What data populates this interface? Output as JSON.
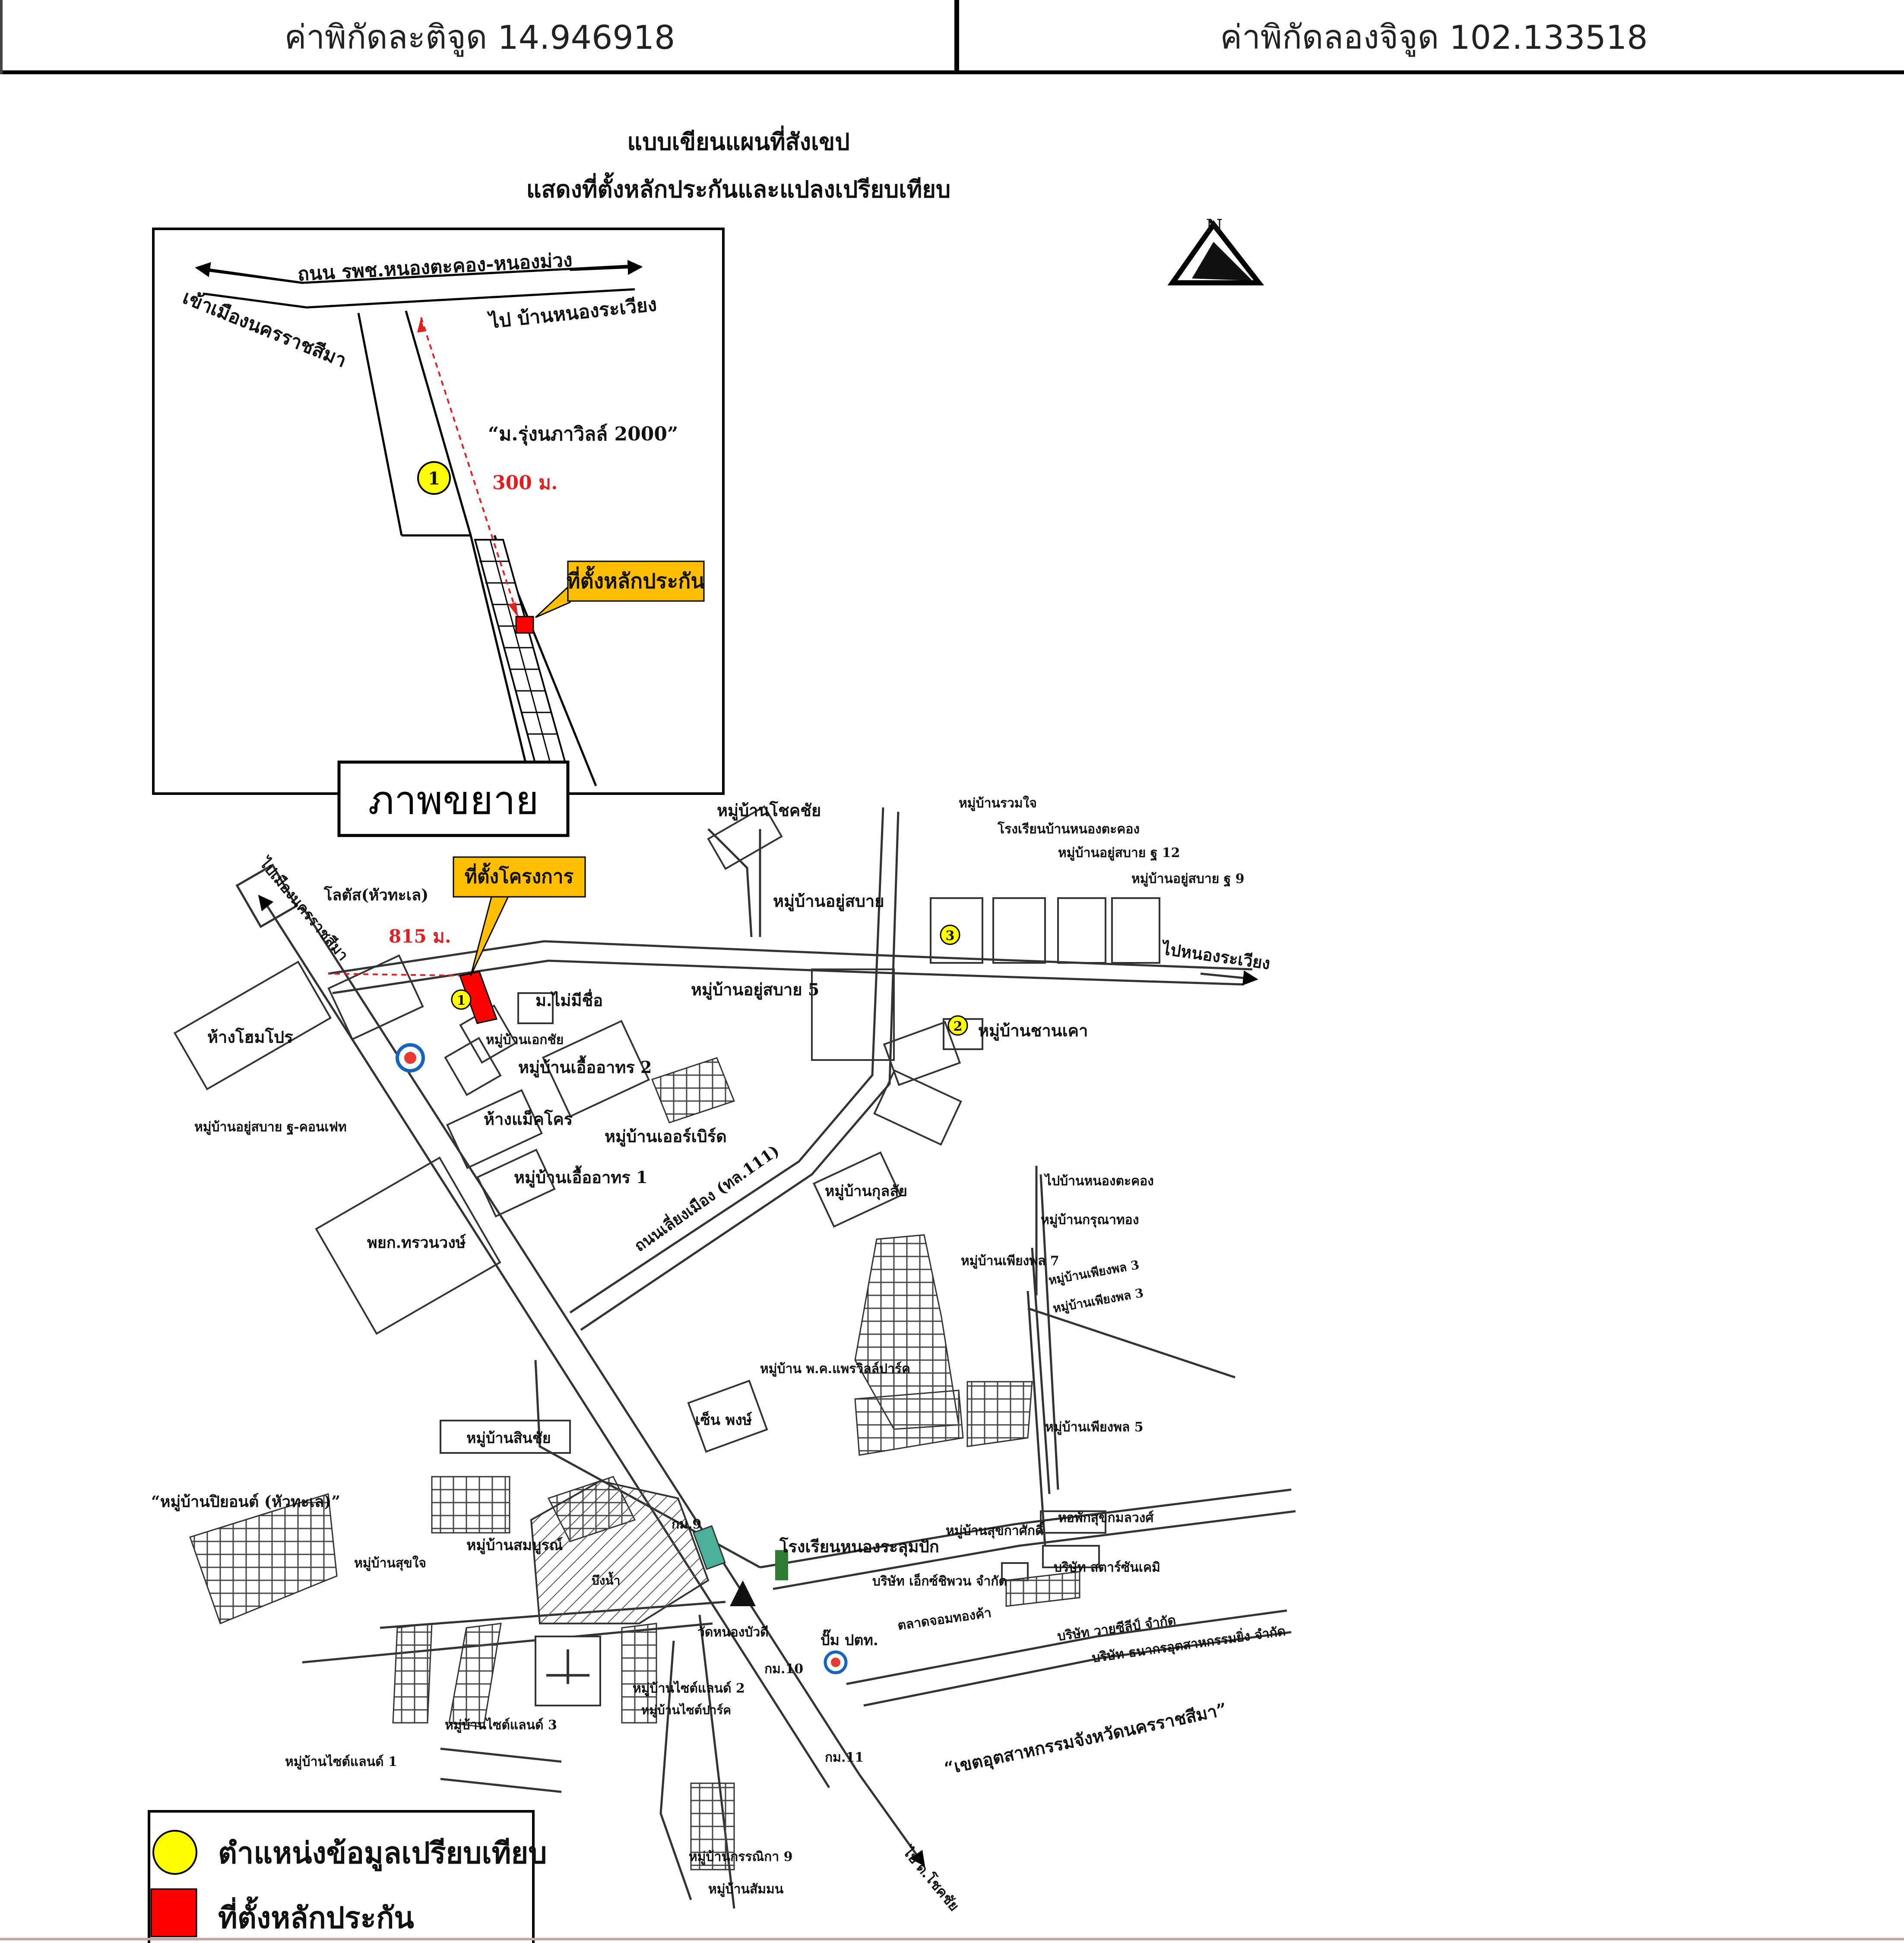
{
  "header": {
    "latitude_label": "ค่าพิกัดละติจูด",
    "latitude_value": "14.946918",
    "longitude_label": "ค่าพิกัดลองจิจูด",
    "longitude_value": "102.133518"
  },
  "title": {
    "line1": "แบบเขียนแผนที่สังเขป",
    "line2": "แสดงที่ตั้งหลักประกันและแปลงเปรียบเทียบ"
  },
  "compass": {
    "letter": "N"
  },
  "inset": {
    "road_name": "ถนน รพช.หนองตะคอง-หนองม่วง",
    "to_left": "เข้าเมืองนครราชสีมา",
    "to_right": "ไป บ้านหนองระเวียง",
    "village": "“ม.รุ่งนภาวิลล์ 2000”",
    "distance": "300 ม.",
    "marker_1": "1",
    "collateral_callout": "ที่ตั้งหลักประกัน",
    "zoom_label": "ภาพขยาย"
  },
  "map": {
    "project_callout": "ที่ตั้งโครงการ",
    "distance": "815 ม.",
    "markers": [
      "1",
      "2",
      "3"
    ],
    "labels": {
      "to_city": "ไปเมืองนครราชสีมา",
      "lotus": "โลตัส(หัวทะเล)",
      "homepro": "ห้างโฮมโปร",
      "nameless_village": "ม.ไม่มีชื่อ",
      "house_group": "หมู่บ้านเอื้ออาทร 2",
      "village_kudsanan": "หมู่บ้านเอกชัย",
      "village_oso": "หมู่บ้านโชคชัย",
      "village_kusabai": "หมู่บ้านอยู่สบาย",
      "village_kusabai5": "หมู่บ้านอยู่สบาย 5",
      "to_nongrawiang": "ไปหนองระเวียง",
      "village_ruamjai": "หมู่บ้านรวมใจ",
      "school_nongtakong": "โรงเรียนบ้านหนองตะคอง",
      "village_kusabai12": "หมู่บ้านอยู่สบาย ฐ 12",
      "village_kusabai9": "หมู่บ้านอยู่สบาย ฐ 9",
      "village_chanaka": "หมู่บ้านชานเคา",
      "condo": "หมู่บ้านอยู่สบาย ฐ-คอนเฟท",
      "makro": "ห้างแม็คโคร",
      "village_airport": "หมู่บ้านเออร์เบิร์ด",
      "village_euaarthorn1": "หมู่บ้านเอื้ออาทร 1",
      "ring_road": "ถนนเลี่ยงเมือง (ทล.111)",
      "village_kusabai_s": "หมู่บ้านกุลลัย",
      "tolwong": "พยก.ทรวนวงษ์",
      "to_nongtakong": "ไปบ้านหนองตะคอง",
      "village_drong": "หมู่บ้านกรุณาทอง",
      "village_7": "หมู่บ้านเพียงพล 7",
      "village_3a": "หมู่บ้านเพียงพล 3",
      "village_3b": "หมู่บ้านเพียงพล 3",
      "village_vila": "หมู่บ้าน พ.ค.แพรวิลล์ปาร์ค",
      "village_5": "หมู่บ้านเพียงพล 5",
      "somwong": "เซ็น พงษ์",
      "village_sinchai": "หมู่บ้านสินชัย",
      "village_piyanont": "“หมู่บ้านปิยอนต์ (หัวทะเล)”",
      "km9": "กม.9",
      "school_nongpai": "โรงเรียนหนองระลุมปัก",
      "temple_gnong": "วัดหนองบัวดี",
      "village_suchai": "หมู่บ้านสุขใจ",
      "village_somboon": "หมู่บ้านสมบูรณ์",
      "pond": "บึงน้ำ",
      "pump": "ปั๊ม ปตท.",
      "km10": "กม.10",
      "company1": "บริษัท เอ็กซ์ชิพวน จำกัด",
      "company2": "บริษัท สตาร์ซันเคมิ",
      "company3": "บริษัท วายซีลีป์ จำกัด",
      "company4": "บริษัท ธนากรอุตสาหกรรมยิ่ง จำกัด",
      "farm": "หอพักสุขกมลวงศ์",
      "village_sinthai": "หมู่บ้านสุขกาศักดิ์",
      "market": "ตลาดจอมทองค้า",
      "industrial": "“เขตอุตสาหกรรมจังหวัดนครราชสีมา”",
      "to_south": "ไป ด.โชคชัย",
      "km11": "กม.11",
      "village_silent1": "หมู่บ้านไซต์แลนด์ 2",
      "village_silent3": "หมู่บ้านไซต์แลนด์ 3",
      "village_silent_1": "หมู่บ้านไซต์แลนด์ 1",
      "village_kornkam9": "หมู่บ้านกรรณิกา 9",
      "village_sammon": "หมู่บ้านสัมมน",
      "village_site_park": "หมู่บ้านไซต์ปาร์ค"
    }
  },
  "legend": {
    "comparison": "ตำแหน่งข้อมูลเปรียบเทียบ",
    "collateral": "ที่ตั้งหลักประกัน"
  },
  "colors": {
    "marker_yellow": "#ffff00",
    "collateral_red": "#ff0000",
    "callout_orange": "#ffbf00",
    "distance_red": "#e02020"
  }
}
